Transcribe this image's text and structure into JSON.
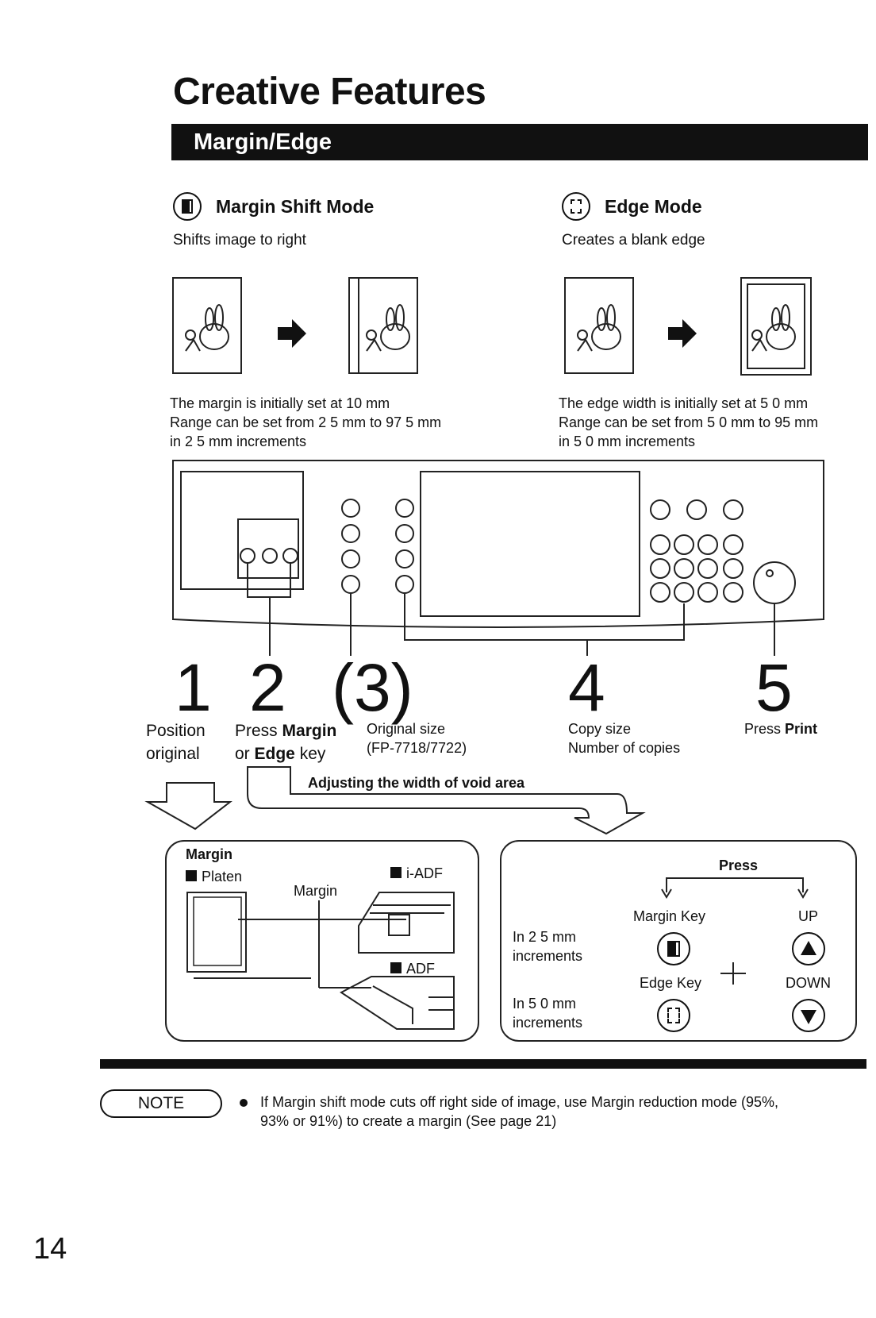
{
  "header": {
    "title": "Creative Features",
    "section_bar": "Margin/Edge"
  },
  "modes": {
    "margin_shift": {
      "title": "Margin Shift Mode",
      "subtitle": "Shifts image to right",
      "notes": [
        "The margin is initially set at 10 mm",
        "Range can be set from 2 5 mm to 97 5 mm",
        "in 2 5 mm increments"
      ]
    },
    "edge": {
      "title": "Edge Mode",
      "subtitle": "Creates a blank edge",
      "notes": [
        "The edge width is initially set at 5 0 mm",
        "Range can be set from 5 0 mm to 95 mm",
        "in 5 0 mm increments"
      ]
    }
  },
  "steps": [
    {
      "number": "1",
      "lines": [
        "Position",
        "original"
      ]
    },
    {
      "number": "2",
      "line1_prefix": "Press ",
      "line1_bold": "Margin",
      "line2_prefix": "or ",
      "line2_bold": "Edge",
      "line2_suffix": " key"
    },
    {
      "number": "(3)",
      "lines": [
        "Original size",
        "(FP-7718/7722)"
      ]
    },
    {
      "number": "4",
      "lines": [
        "Copy size",
        "Number of copies"
      ]
    },
    {
      "number": "5",
      "prefix": "Press ",
      "bold": "Print"
    }
  ],
  "adjusting_label": "Adjusting the width of void area",
  "margin_panel": {
    "title": "Margin",
    "platen": "Platen",
    "margin_label": "Margin",
    "iadf": "i-ADF",
    "adf": "ADF"
  },
  "press_panel": {
    "title": "Press",
    "margin_key": "Margin Key",
    "edge_key": "Edge Key",
    "up": "UP",
    "down": "DOWN",
    "inc_25": [
      "In 2 5 mm",
      "increments"
    ],
    "inc_50": [
      "In 5 0 mm",
      "increments"
    ],
    "plus": "+"
  },
  "note": {
    "label": "NOTE",
    "lines": [
      "If Margin shift mode cuts off right side of image, use Margin reduction mode (95%,",
      "93% or 91%) to create a margin  (See page 21)"
    ]
  },
  "page_number": "14"
}
